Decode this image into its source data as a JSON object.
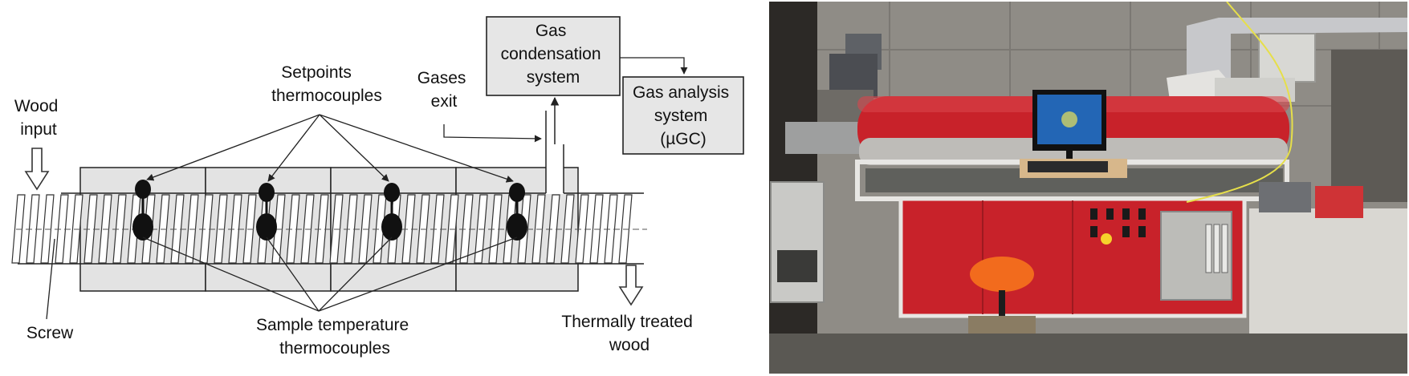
{
  "diagram": {
    "wood_input": [
      "Wood",
      "input"
    ],
    "setpoints": [
      "Setpoints",
      "thermocouples"
    ],
    "gases_exit": [
      "Gases",
      "exit"
    ],
    "gas_condensation": [
      "Gas",
      "condensation",
      "system"
    ],
    "gas_analysis": [
      "Gas analysis",
      "system",
      "(µGC)"
    ],
    "screw": "Screw",
    "sample_temp": [
      "Sample temperature",
      "thermocouples"
    ],
    "thermally_treated": [
      "Thermally treated",
      "wood"
    ],
    "colors": {
      "reactor_fill": "#e3e3e3",
      "box_fill": "#e6e6e6",
      "line": "#222222"
    }
  },
  "photo": {
    "colors": {
      "furnace": "#c8222a",
      "stool": "#f26b1d",
      "wall": "#8f8c86",
      "panel": "#bcbcb8"
    }
  }
}
